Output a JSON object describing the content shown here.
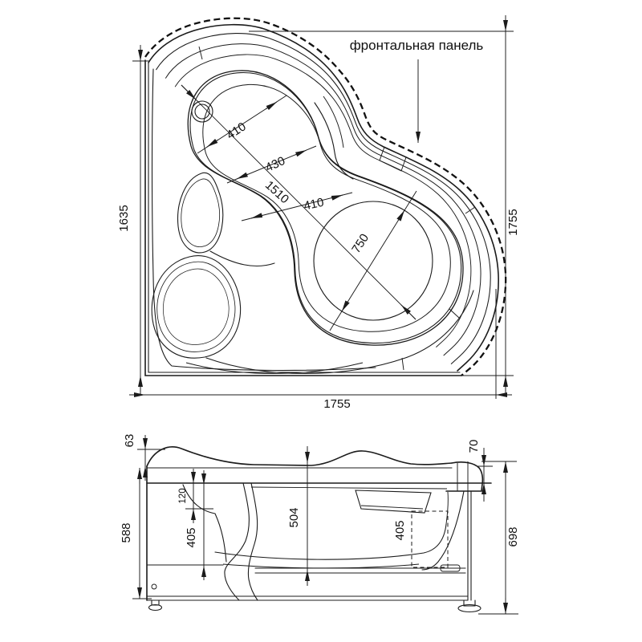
{
  "page": {
    "background": "#ffffff",
    "line_color": "#1b1b1b"
  },
  "top_view": {
    "front_panel_label": "фронтальная панель",
    "dim_left_height": "1635",
    "dim_right_height": "1755",
    "dim_bottom_width": "1755",
    "dim_head_width": "410",
    "dim_waist_width": "430",
    "dim_diagonal_length": "1510",
    "dim_mid_width": "410",
    "dim_bowl_diameter": "750"
  },
  "side_view": {
    "dim_headrest_rise": "63",
    "dim_rim_thickness": "70",
    "dim_panel_height": "588",
    "dim_rim_to_ledge": "120",
    "dim_ledge_to_base": "405",
    "dim_rim_to_frame": "504",
    "dim_equipment_zone": "405",
    "dim_overall_height": "698"
  }
}
